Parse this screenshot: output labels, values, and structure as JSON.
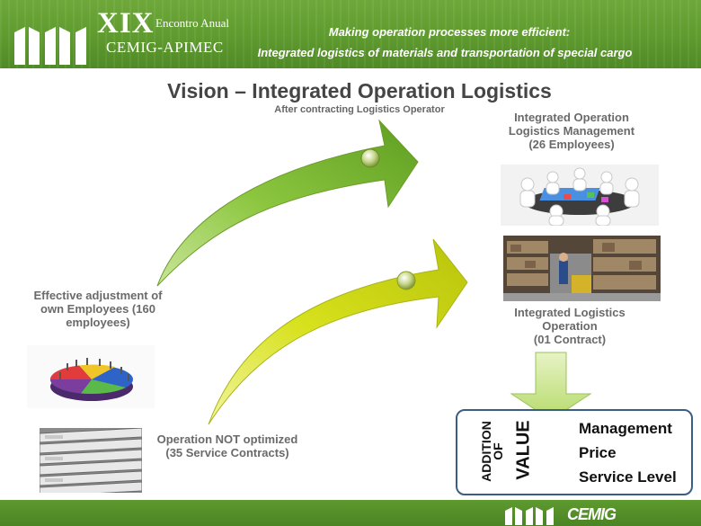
{
  "header": {
    "event_number": "XIX",
    "event_name": "Encontro Anual",
    "event_org": "CEMIG-APIMEC",
    "line1": "Making operation processes more efficient:",
    "line2": "Integrated logistics of materials and transportation of special cargo"
  },
  "slide": {
    "title": "Vision – Integrated Operation Logistics",
    "subtitle": "After contracting Logistics Operator"
  },
  "labels": {
    "management": [
      "Integrated Operation",
      "Logistics Management",
      "(26 Employees)"
    ],
    "employees": [
      "Effective adjustment of",
      "own Employees (160",
      "employees)"
    ],
    "operation": [
      "Integrated Logistics",
      "Operation",
      "(01 Contract)"
    ],
    "not_optimized": [
      "Operation NOT optimized",
      "(35 Service Contracts)"
    ]
  },
  "value_box": {
    "vertical": [
      "ADDITION",
      "OF",
      "VALUE"
    ],
    "items": [
      "Management",
      "Price",
      "Service Level"
    ]
  },
  "footer": {
    "logo": "CEMIG"
  },
  "colors": {
    "header_green": "#5e9a2e",
    "arrow_green": "#8cc63f",
    "arrow_yellow": "#d7e11c",
    "down_arrow": "#c8e28a",
    "box_border": "#3b5e86"
  }
}
